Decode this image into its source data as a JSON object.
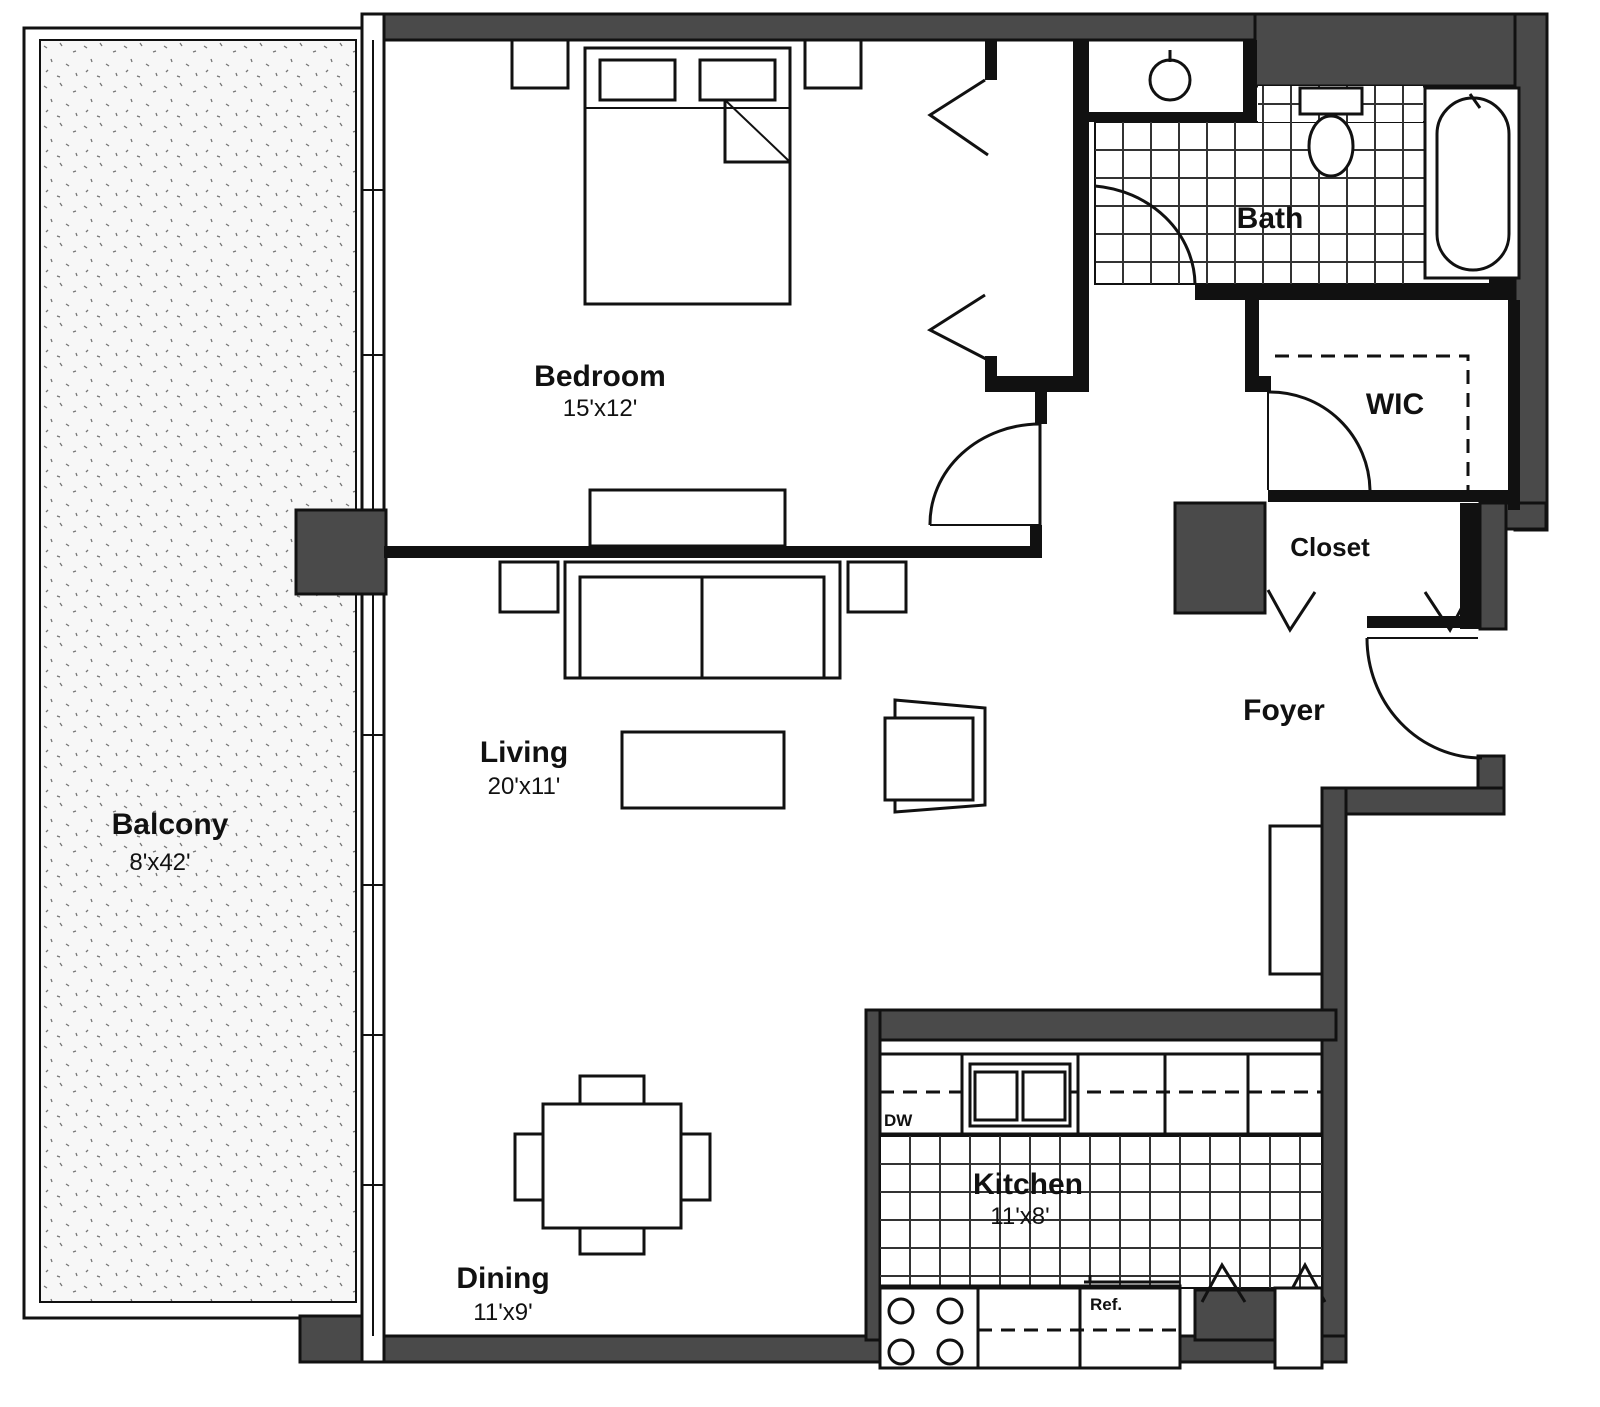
{
  "rooms": {
    "bedroom": {
      "name": "Bedroom",
      "dim": "15'x12'"
    },
    "living": {
      "name": "Living",
      "dim": "20'x11'"
    },
    "balcony": {
      "name": "Balcony",
      "dim": "8'x42'"
    },
    "dining": {
      "name": "Dining",
      "dim": "11'x9'"
    },
    "kitchen": {
      "name": "Kitchen",
      "dim": "11'x8'"
    },
    "bath": {
      "name": "Bath"
    },
    "wic": {
      "name": "WIC"
    },
    "closet": {
      "name": "Closet"
    },
    "foyer": {
      "name": "Foyer"
    }
  },
  "appliances": {
    "dishwasher": "DW",
    "refrigerator": "Ref."
  },
  "colors": {
    "wall": "#4a4a4a",
    "line": "#111111",
    "balcony_fill": "#f4f4f4"
  }
}
